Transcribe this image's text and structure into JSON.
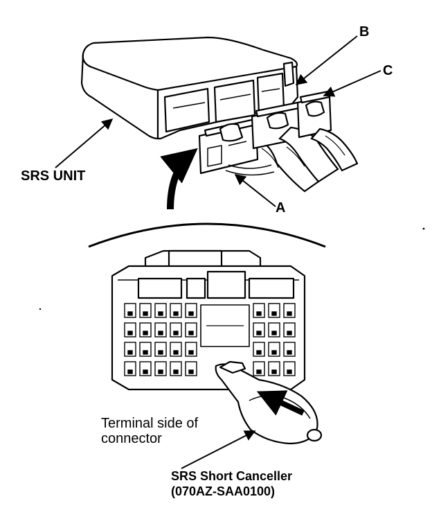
{
  "labels": {
    "srs_unit": "SRS UNIT",
    "connector_a": "A",
    "connector_b": "B",
    "connector_c": "C",
    "terminal_side_line1": "Terminal side of",
    "terminal_side_line2": "connector",
    "canceller_name": "SRS Short Canceller",
    "canceller_part_number": "(070AZ-SAA0100)"
  },
  "colors": {
    "ink": "#000000",
    "paper": "#ffffff"
  }
}
